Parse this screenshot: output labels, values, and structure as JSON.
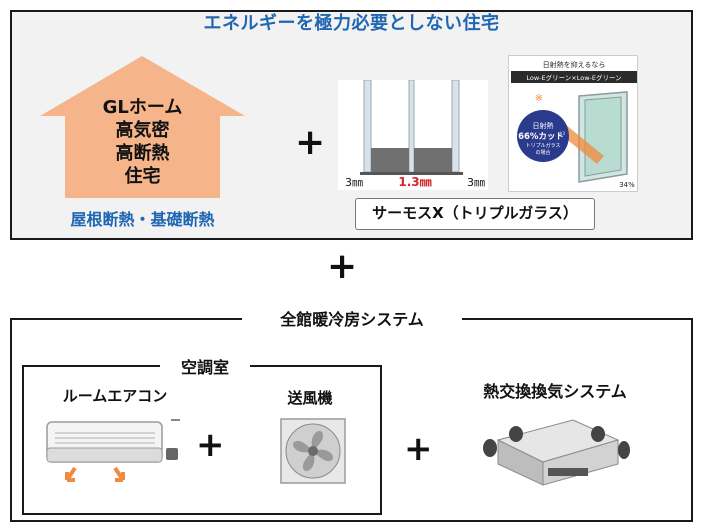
{
  "top_panel": {
    "title": "エネルギーを極力必要としない住宅",
    "house_lines": [
      "GLホーム",
      "高気密",
      "高断熱",
      "住宅"
    ],
    "house_caption": "屋根断熱・基礎断熱",
    "plus": "+",
    "glass_labels": {
      "left": "3㎜",
      "middle": "1.3㎜",
      "right": "3㎜"
    },
    "product_name": "サーモスX（トリプルガラス）",
    "promo": {
      "header": "日射熱を抑えるなら",
      "band": "Low-Eグリーン×Low-Eグリーン",
      "badge_line1": "日射熱",
      "badge_percent": "66%カット",
      "badge_note_sup": "※3",
      "badge_line3": "トリプルガラス",
      "badge_line4": "の場合",
      "corner_value": "34%",
      "asterisk": "※"
    }
  },
  "middle_plus": "+",
  "bottom_panel": {
    "title": "全館暖冷房システム",
    "aircon_room": {
      "title": "空調室",
      "aircon_label": "ルームエアコン",
      "fan_label": "送風機"
    },
    "plus_a": "+",
    "plus_b": "+",
    "erv_label": "熱交換換気システム"
  },
  "colors": {
    "title_blue": "#1f66b3",
    "house_fill": "#f5b48a",
    "accent_red": "#d6262a",
    "airflow_orange": "#f08a3c",
    "badge_navy": "#2a3a8c"
  }
}
